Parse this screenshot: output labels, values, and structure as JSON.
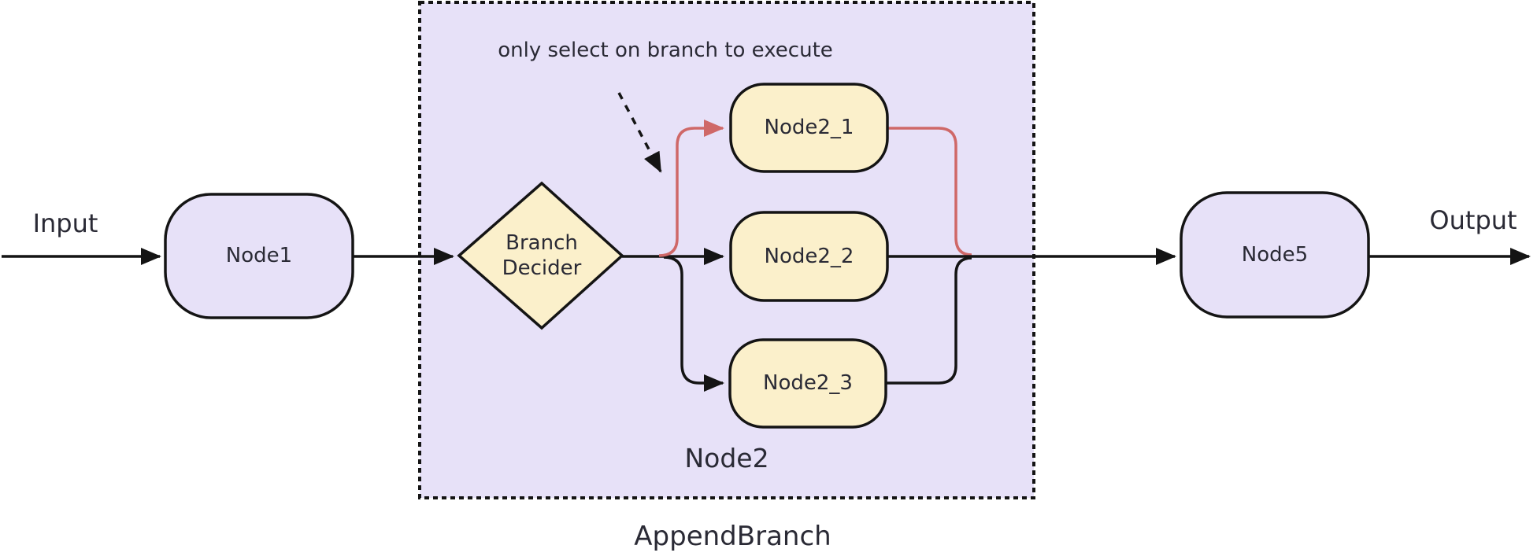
{
  "diagram": {
    "title_caption": "AppendBranch",
    "colors": {
      "purple": "#e7e1f8",
      "yellow": "#fbf0cb",
      "line": "#141414",
      "red": "#cf6868",
      "text": "#2a2a35",
      "background": "#ffffff"
    },
    "labels": {
      "input": "Input",
      "output": "Output",
      "annotation": "only select on branch to execute",
      "group": "Node2",
      "caption": "AppendBranch"
    },
    "nodes": {
      "node1": "Node1",
      "branch_decider": "Branch Decider",
      "node2_1": "Node2_1",
      "node2_2": "Node2_2",
      "node2_3": "Node2_3",
      "node5": "Node5"
    }
  }
}
